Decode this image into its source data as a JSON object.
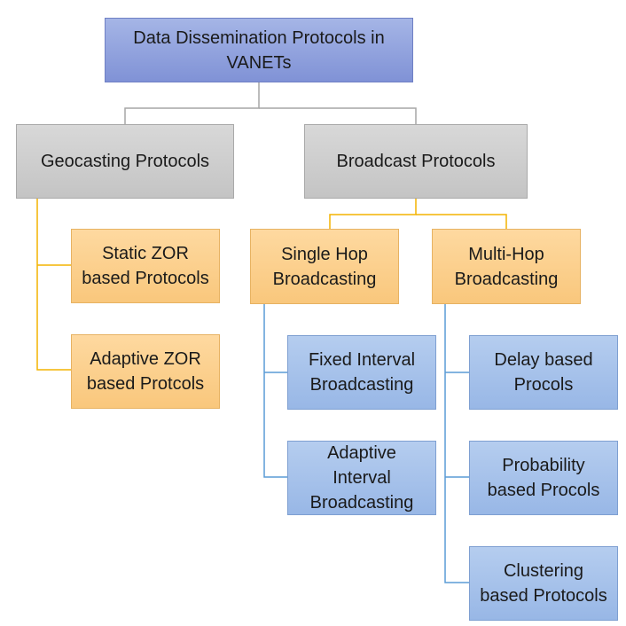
{
  "colors": {
    "gray_connector": "#a6a6a6",
    "orange_connector": "#f4b400",
    "blue_connector": "#5a9bd5"
  },
  "nodes": {
    "root": "Data Dissemination Protocols in\nVANETs",
    "geocasting": "Geocasting Protocols",
    "broadcast": "Broadcast Protocols",
    "static_zor": "Static ZOR\nbased Protocols",
    "adaptive_zor": "Adaptive ZOR\nbased Protcols",
    "single_hop": "Single Hop\nBroadcasting",
    "multi_hop": "Multi-Hop\nBroadcasting",
    "fixed_interval": "Fixed Interval\nBroadcasting",
    "adaptive_interval": "Adaptive\nInterval\nBroadcasting",
    "delay_based": "Delay based\nProcols",
    "probability_based": "Probability\nbased Procols",
    "clustering_based": "Clustering\nbased Protocols"
  }
}
